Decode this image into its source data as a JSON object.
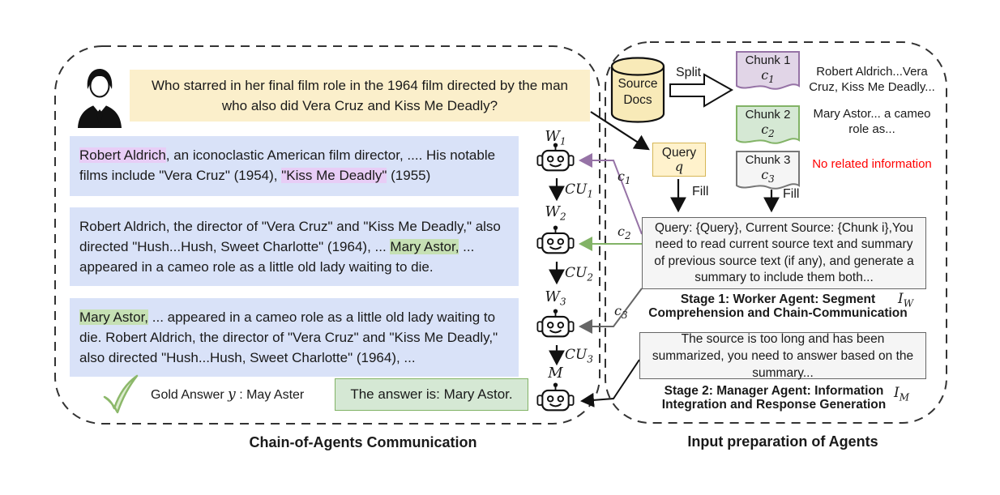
{
  "colors": {
    "question_bg": "#FBEFCB",
    "passage_bg": "#D9E2F8",
    "highlight_purple": "#E8CDF6",
    "highlight_green": "#C6E0B4",
    "chunk1_fill": "#E1D5E7",
    "chunk1_stroke": "#9673A6",
    "chunk2_fill": "#D5E8D4",
    "chunk2_stroke": "#82B366",
    "chunk3_fill": "#F5F5F5",
    "chunk3_stroke": "#777777",
    "query_fill": "#FFF2CC",
    "query_stroke": "#D6B656",
    "prompt_fill": "#F5F5F5",
    "prompt_stroke": "#666666",
    "answer_fill": "#D5E8D4",
    "answer_stroke": "#82B366",
    "cylinder_fill": "#F8EAB8",
    "warning_red": "#FF0000",
    "check_green": "#8CB86A",
    "arrow_purple": "#9673A6",
    "arrow_green": "#82B366",
    "arrow_gray": "#666666",
    "arrow_black": "#111111"
  },
  "left_panel": {
    "caption": "Chain-of-Agents Communication",
    "question": "Who starred in her final film role in the 1964 film directed by the man who also did Vera Cruz and Kiss Me Deadly?",
    "passages": [
      {
        "segments": [
          {
            "text": "Robert Aldrich",
            "hl": "purple"
          },
          {
            "text": ", an iconoclastic American film director, .... His notable films include \"Vera Cruz\" (1954), "
          },
          {
            "text": "\"Kiss Me Deadly\"",
            "hl": "purple"
          },
          {
            "text": " (1955)"
          }
        ]
      },
      {
        "segments": [
          {
            "text": "Robert Aldrich, the director of \"Vera Cruz\" and \"Kiss Me Deadly,\" also directed \"Hush...Hush, Sweet Charlotte\" (1964), ... "
          },
          {
            "text": "Mary Astor,",
            "hl": "green"
          },
          {
            "text": " ... appeared in a cameo role as a little old lady waiting to die."
          }
        ]
      },
      {
        "segments": [
          {
            "text": "Mary Astor,",
            "hl": "green"
          },
          {
            "text": " ... appeared in a cameo role as a little old lady waiting to die. Robert Aldrich, the director of \"Vera Cruz\" and \"Kiss Me Deadly,\" also directed \"Hush...Hush, Sweet Charlotte\" (1964), ..."
          }
        ]
      }
    ],
    "gold_answer": {
      "prefix": "Gold Answer ",
      "var": {
        "base": "y"
      },
      "suffix": " : May Aster"
    },
    "answer_box": "The answer is: Mary Astor."
  },
  "chain": {
    "workers": [
      {
        "base": "W",
        "sub": "1"
      },
      {
        "base": "W",
        "sub": "2"
      },
      {
        "base": "W",
        "sub": "3"
      },
      {
        "base": "M"
      }
    ],
    "cu_labels": [
      {
        "base": "CU",
        "sub": "1"
      },
      {
        "base": "CU",
        "sub": "2"
      },
      {
        "base": "CU",
        "sub": "3"
      }
    ],
    "c_labels": [
      {
        "base": "c",
        "sub": "1"
      },
      {
        "base": "c",
        "sub": "2"
      },
      {
        "base": "c",
        "sub": "3"
      }
    ]
  },
  "right_panel": {
    "caption": "Input preparation of Agents",
    "source_docs": "Source\nDocs",
    "split_label": "Split",
    "chunks": [
      {
        "title": "Chunk 1",
        "var": {
          "base": "c",
          "sub": "1"
        },
        "note": "Robert Aldrich...Vera Cruz, Kiss Me Deadly..."
      },
      {
        "title": "Chunk 2",
        "var": {
          "base": "c",
          "sub": "2"
        },
        "note": "Mary Astor... a cameo role as..."
      },
      {
        "title": "Chunk 3",
        "var": {
          "base": "c",
          "sub": "3"
        },
        "note": "No related information"
      }
    ],
    "query_box": {
      "title": "Query",
      "var": {
        "base": "q"
      }
    },
    "fill_labels": [
      "Fill",
      "Fill"
    ],
    "worker_prompt": "Query: {Query}, Current Source: {Chunk i},You need to read current source text and summary of previous source text (if any), and generate a summary to include them both...",
    "stage1": {
      "text": "Stage 1: Worker Agent: Segment Comprehension and Chain-Communication",
      "var": {
        "base": "I",
        "sub": "W"
      }
    },
    "manager_prompt": "The source is too long and has been summarized, you need to answer based on the summary...",
    "stage2": {
      "text": "Stage 2: Manager Agent: Information Integration and Response Generation",
      "var": {
        "base": "I",
        "sub": "M"
      }
    }
  }
}
